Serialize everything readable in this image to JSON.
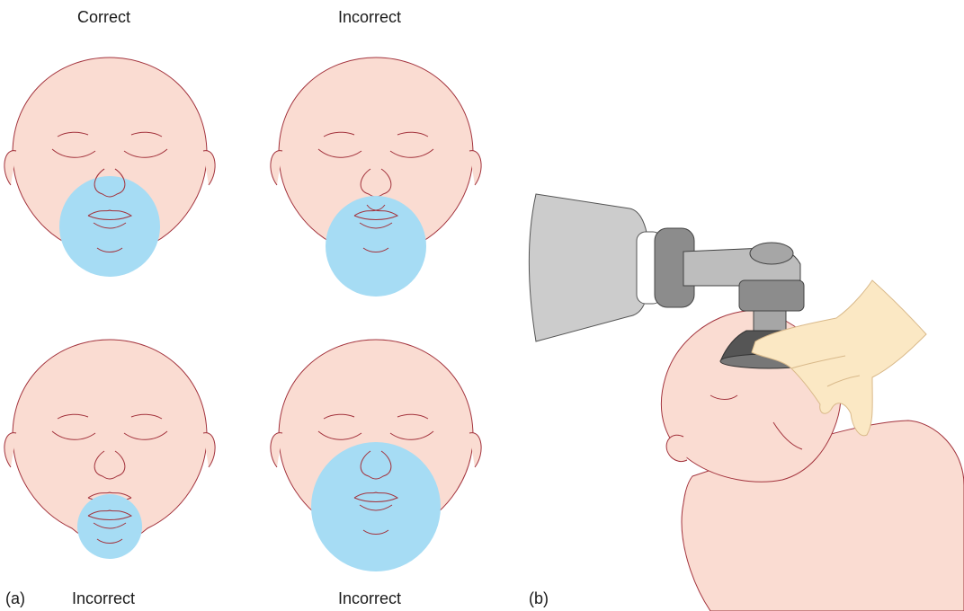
{
  "panel_a": {
    "tag": "(a)",
    "faces": [
      {
        "caption": "Correct"
      },
      {
        "caption": "Incorrect"
      },
      {
        "caption": "Incorrect"
      },
      {
        "caption": "Incorrect"
      }
    ]
  },
  "panel_b": {
    "tag": "(b)"
  },
  "colors": {
    "skin": "#fadcd2",
    "outline": "#a3333d",
    "mask_zone": "#a6dcf4",
    "bag": "#cccccc",
    "valve": "#8c8c8c",
    "glove": "#fbe8c4"
  }
}
